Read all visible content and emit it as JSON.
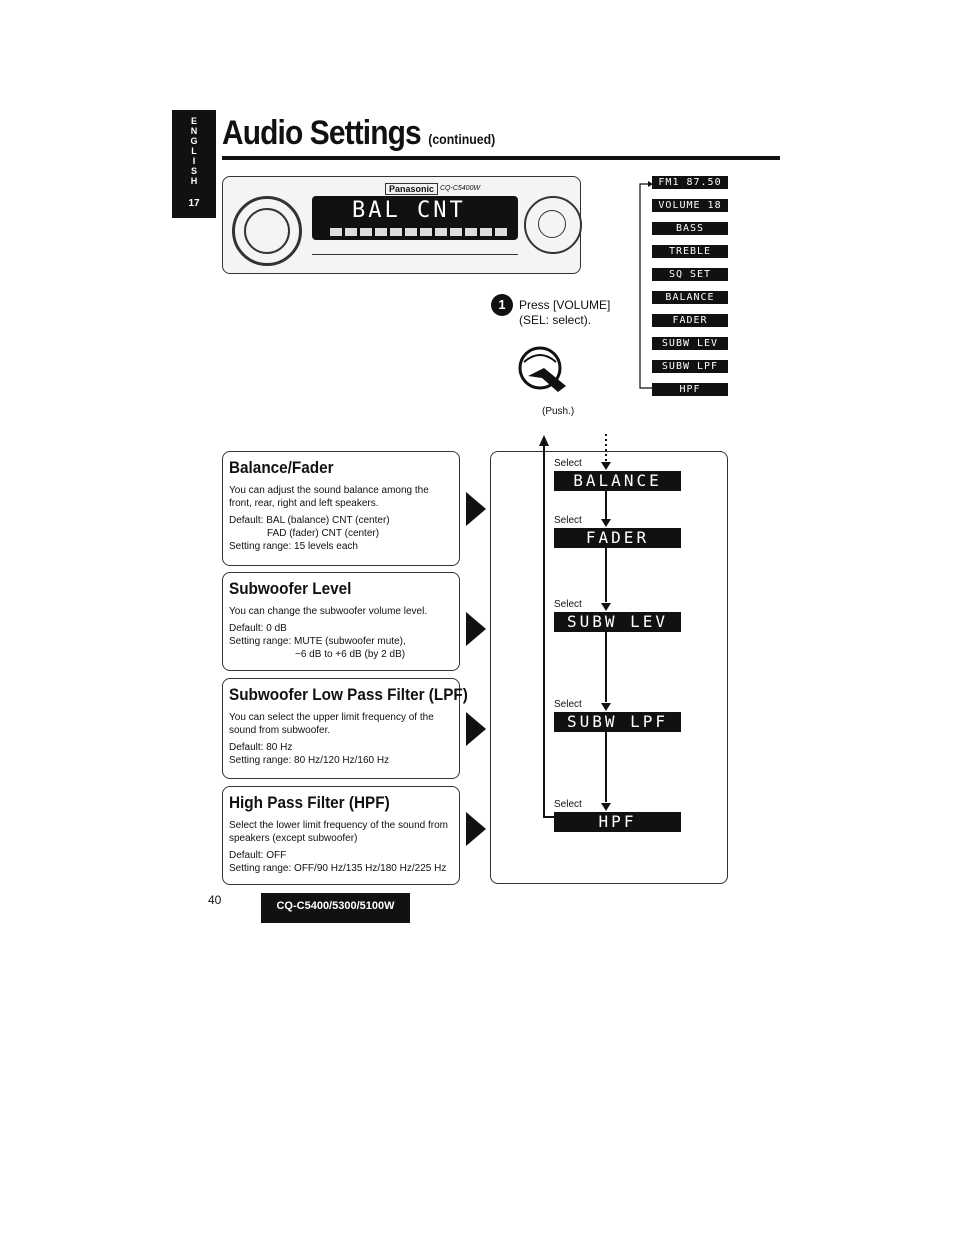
{
  "sidebar": {
    "letters": [
      "E",
      "N",
      "G",
      "L",
      "I",
      "S",
      "H"
    ],
    "page": "17"
  },
  "header": {
    "title": "Audio Settings",
    "continued": "(continued)"
  },
  "device": {
    "brand": "Panasonic",
    "model": "CQ-C5400W",
    "lcd_text": "BAL CNT"
  },
  "menu_chain": [
    "FM1   87.50",
    "VOLUME  18",
    "BASS",
    "TREBLE",
    "SQ SET",
    "BALANCE",
    "FADER",
    "SUBW LEV",
    "SUBW LPF",
    "HPF"
  ],
  "instruction": {
    "step": "1",
    "line1": "Press [VOLUME]",
    "line2": "(SEL: select).",
    "push": "(Push.)"
  },
  "settings": [
    {
      "title": "Balance/Fader",
      "desc": "You can adjust the sound balance among the front, rear, right and left speakers.",
      "default1": "Default: BAL (balance) CNT (center)",
      "default2": "FAD (fader) CNT (center)",
      "range": "Setting range: 15 levels each"
    },
    {
      "title": "Subwoofer Level",
      "desc": "You can change the subwoofer volume level.",
      "default1": "Default: 0 dB",
      "range1": "Setting range: MUTE (subwoofer mute),",
      "range2": "−6 dB to +6 dB (by 2 dB)"
    },
    {
      "title": "Subwoofer Low Pass Filter (LPF)",
      "desc": "You can select the upper limit frequency of the sound from subwoofer.",
      "default1": "Default: 80 Hz",
      "range": "Setting range: 80 Hz/120 Hz/160 Hz"
    },
    {
      "title": "High Pass Filter (HPF)",
      "desc": "Select the lower limit frequency of the sound from speakers (except subwoofer)",
      "default1": "Default: OFF",
      "range": "Setting range: OFF/90 Hz/135 Hz/180 Hz/225 Hz"
    }
  ],
  "flow": {
    "select_label": "Select",
    "displays": [
      "BALANCE",
      "FADER",
      "SUBW LEV",
      "SUBW LPF",
      "HPF"
    ]
  },
  "footer": {
    "page_number": "40",
    "model": "CQ-C5400/5300/5100W"
  }
}
